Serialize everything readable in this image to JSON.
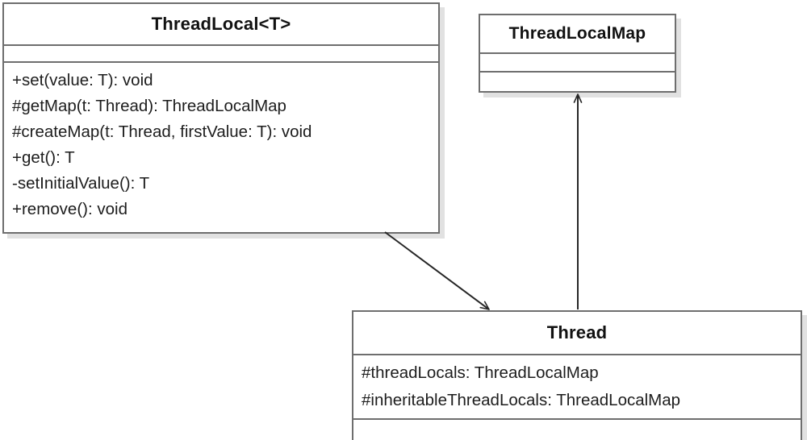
{
  "diagram": {
    "title": "ThreadLocal UML class diagram",
    "type": "uml-class-diagram",
    "background_color": "#ffffff",
    "border_color": "#6e6e6e",
    "text_color": "#1d1d1d",
    "shadow_color": "#c8c8c8"
  },
  "classes": [
    {
      "id": "threadlocal",
      "name": "ThreadLocal<T>",
      "attributes": [],
      "operations": [
        "+set(value: T): void",
        "#getMap(t: Thread): ThreadLocalMap",
        "#createMap(t: Thread, firstValue: T): void",
        "+get(): T",
        "-setInitialValue(): T",
        "+remove(): void"
      ]
    },
    {
      "id": "threadlocalmap",
      "name": "ThreadLocalMap",
      "attributes": [],
      "operations": []
    },
    {
      "id": "thread",
      "name": "Thread",
      "attributes": [
        "#threadLocals: ThreadLocalMap",
        "#inheritableThreadLocals: ThreadLocalMap"
      ],
      "operations": []
    }
  ],
  "relationships": [
    {
      "id": "threadlocal-to-thread",
      "from": "ThreadLocal<T>",
      "to": "Thread",
      "kind": "association",
      "arrowhead": "open",
      "label": ""
    },
    {
      "id": "thread-to-threadlocalmap",
      "from": "Thread",
      "to": "ThreadLocalMap",
      "kind": "association",
      "arrowhead": "open",
      "label": ""
    }
  ]
}
